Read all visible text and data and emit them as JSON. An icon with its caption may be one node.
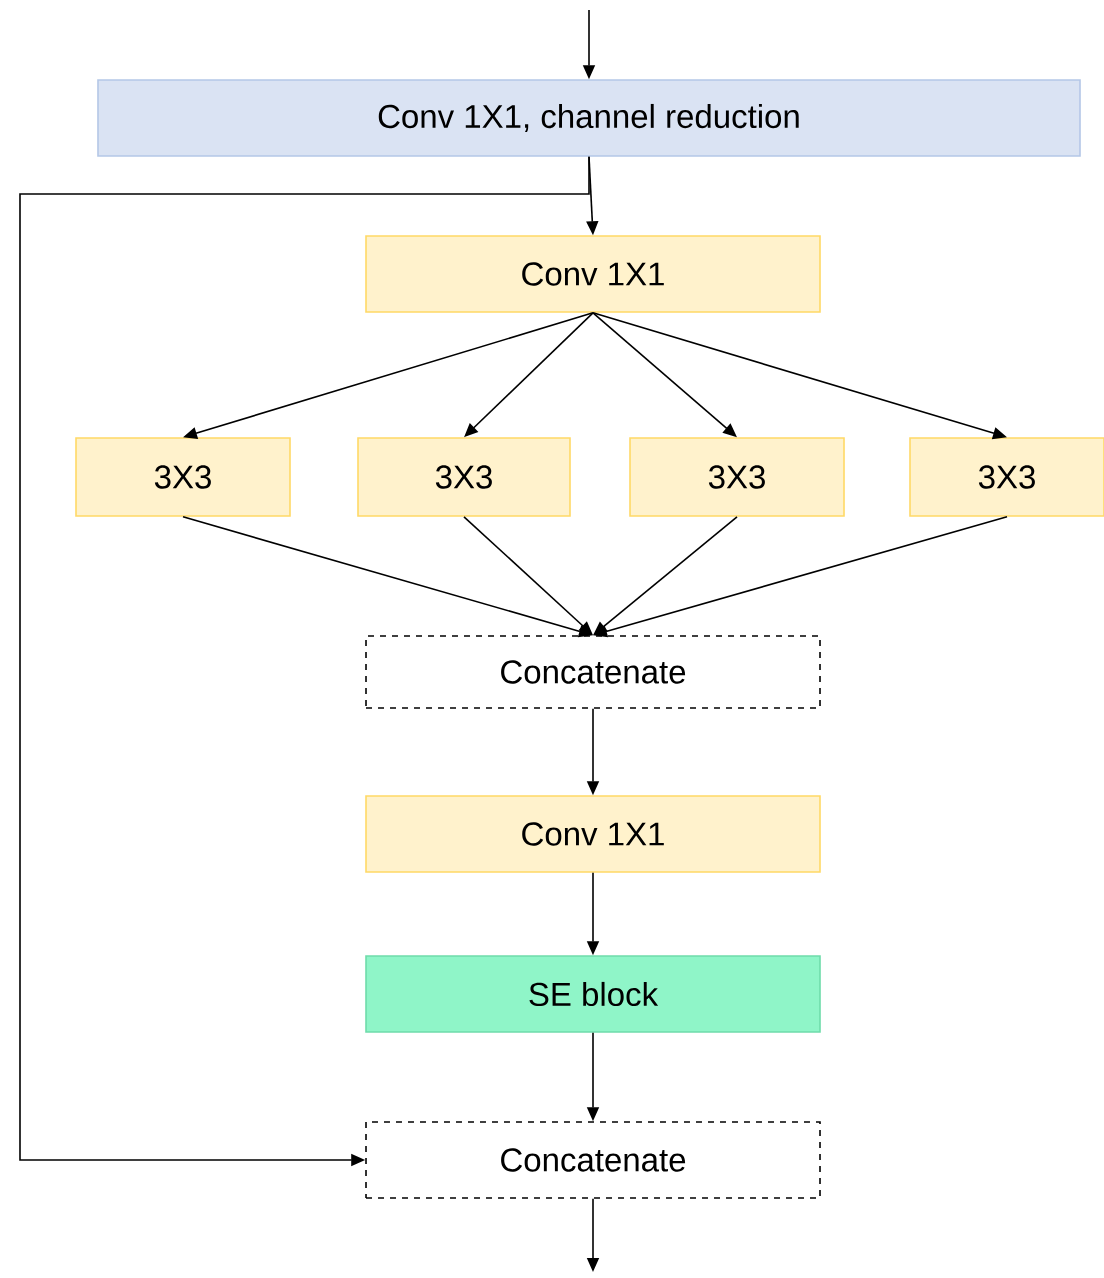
{
  "diagram": {
    "nodes": [
      {
        "text": [
          "Conv 1X1, channel reduction"
        ]
      },
      {
        "text": [
          "Conv 1X1"
        ]
      },
      {
        "text": [
          "3X3"
        ]
      },
      {
        "text": [
          "3X3"
        ]
      },
      {
        "text": [
          "3X3"
        ]
      },
      {
        "text": [
          "3X3"
        ]
      },
      {
        "text": [
          "Concatenate"
        ]
      },
      {
        "text": [
          "Conv 1X1"
        ]
      },
      {
        "text": [
          "SE block"
        ]
      },
      {
        "text": [
          "Concatenate"
        ]
      }
    ],
    "edges": [
      {
        "from": null,
        "to": 0,
        "arrow": "to"
      },
      {
        "from": 0,
        "to": 1,
        "arrow": "to"
      },
      {
        "from": 1,
        "to": 2,
        "arrow": "to"
      },
      {
        "from": 1,
        "to": 3,
        "arrow": "to"
      },
      {
        "from": 1,
        "to": 4,
        "arrow": "to"
      },
      {
        "from": 1,
        "to": 5,
        "arrow": "to"
      },
      {
        "from": 2,
        "to": 6,
        "arrow": "to"
      },
      {
        "from": 3,
        "to": 6,
        "arrow": "to"
      },
      {
        "from": 4,
        "to": 6,
        "arrow": "to"
      },
      {
        "from": 5,
        "to": 6,
        "arrow": "to"
      },
      {
        "from": 6,
        "to": 7,
        "arrow": "to"
      },
      {
        "from": 7,
        "to": 8,
        "arrow": "to"
      },
      {
        "from": 8,
        "to": 9,
        "arrow": "to"
      },
      {
        "from": 0,
        "to": 9,
        "arrow": "to"
      },
      {
        "from": 9,
        "to": null,
        "arrow": "to"
      }
    ]
  }
}
